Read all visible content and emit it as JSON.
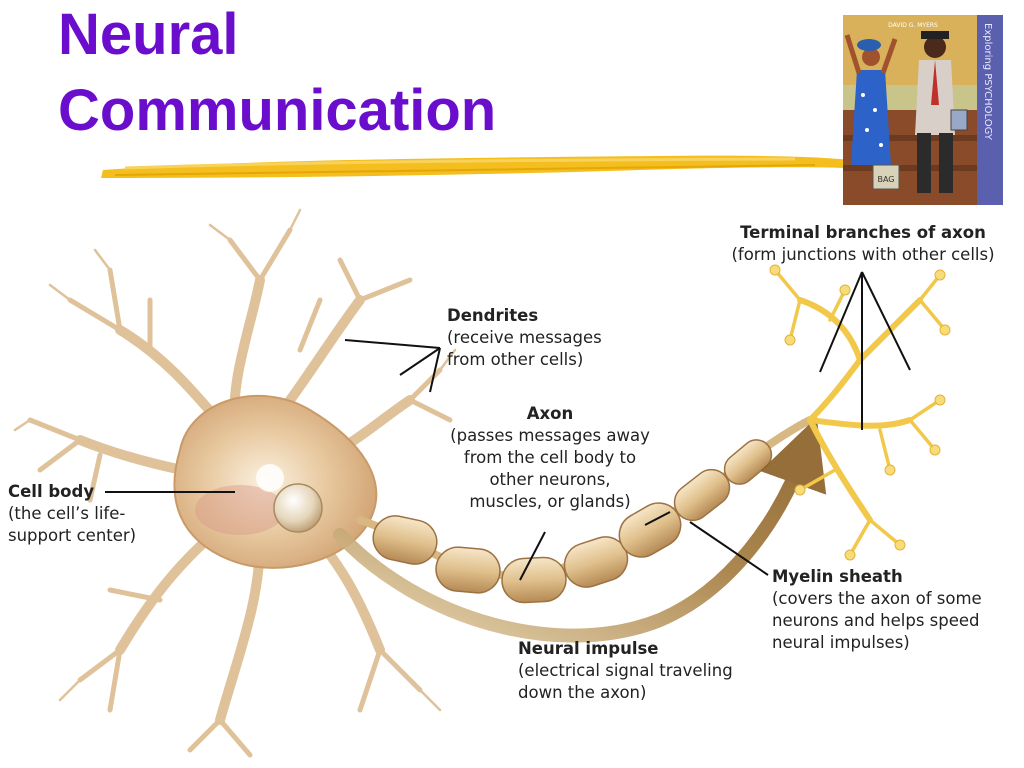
{
  "slide": {
    "title_line1": "Neural",
    "title_line2": "Communication",
    "title_color": "#6a0dcc",
    "accent_color": "#f2b705",
    "book_cover": {
      "spine_text": "Exploring PSYCHOLOGY",
      "author_text": "DAVID G. MYERS",
      "bag_text": "BAG"
    }
  },
  "diagram": {
    "labels": {
      "terminal": {
        "heading": "Terminal branches of axon",
        "lines": [
          "(form junctions with other cells)"
        ]
      },
      "dendrites": {
        "heading": "Dendrites",
        "lines": [
          "(receive messages",
          "from other cells)"
        ]
      },
      "axon": {
        "heading": "Axon",
        "lines": [
          "(passes messages away",
          "from the cell body to",
          "other neurons,",
          "muscles, or glands)"
        ]
      },
      "cell_body": {
        "heading": "Cell body",
        "lines": [
          "(the cell’s life-",
          "support center)"
        ]
      },
      "myelin": {
        "heading": "Myelin sheath",
        "lines": [
          "(covers the axon of some",
          "neurons and helps speed",
          "neural impulses)"
        ]
      },
      "impulse": {
        "heading": "Neural impulse",
        "lines": [
          "(electrical signal traveling",
          "down the axon)"
        ]
      }
    }
  }
}
